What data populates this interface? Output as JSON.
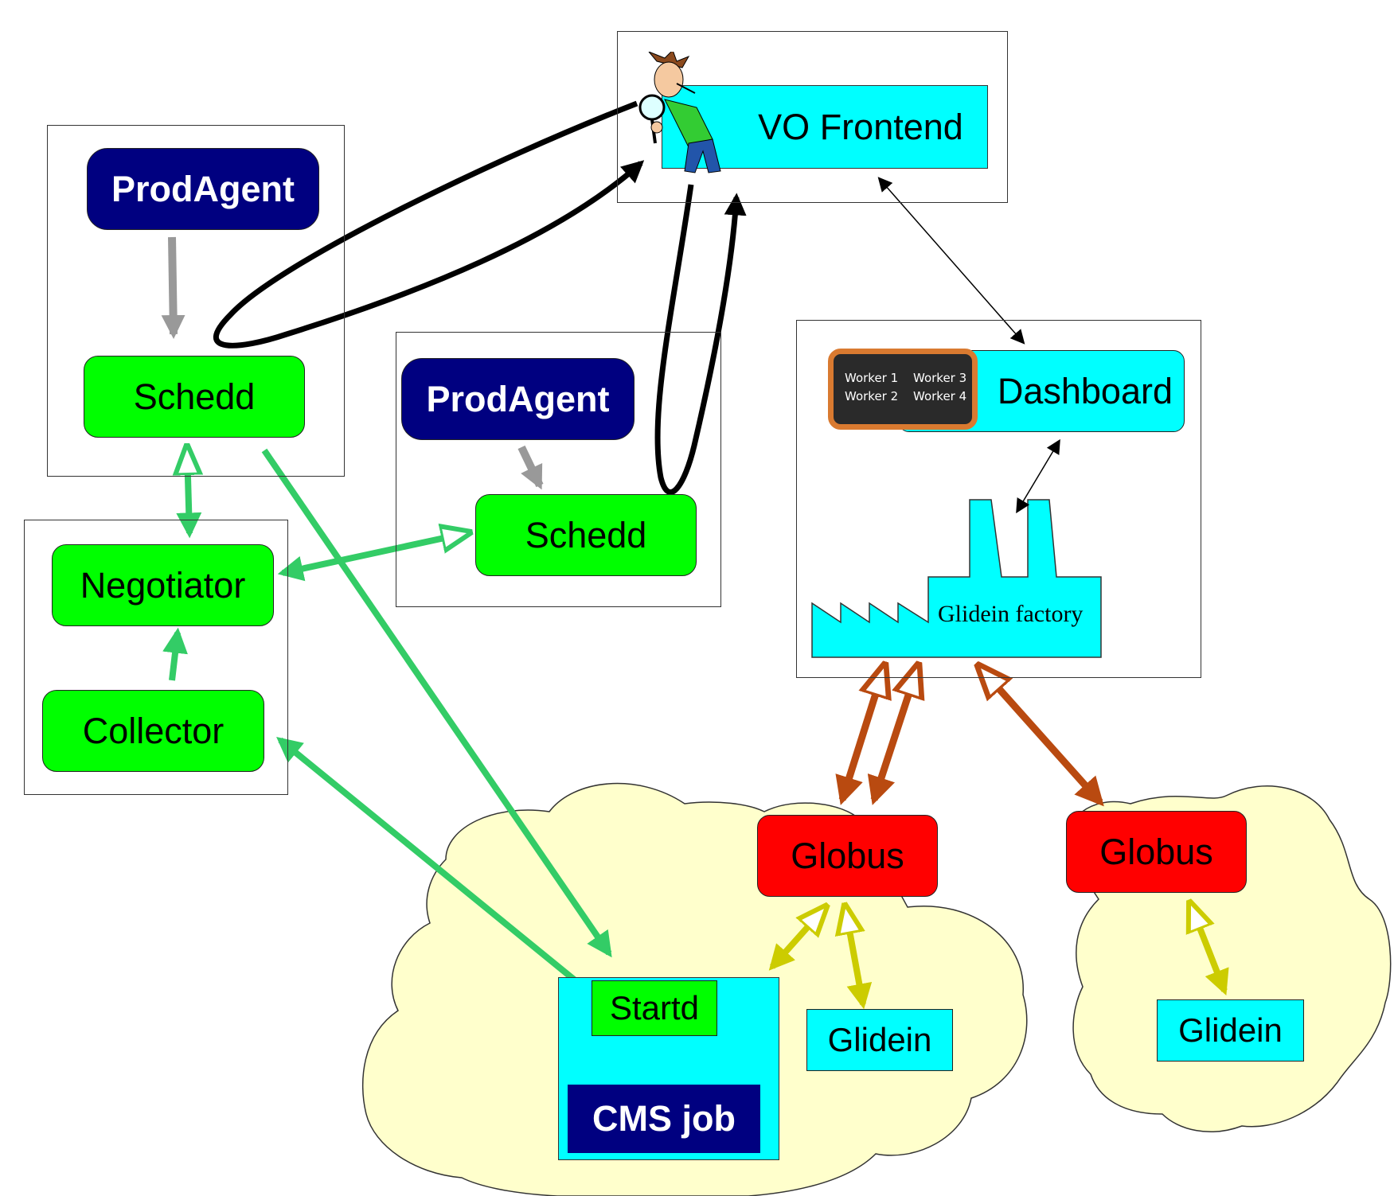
{
  "nodes": {
    "prodagent_1": "ProdAgent",
    "schedd_1": "Schedd",
    "prodagent_2": "ProdAgent",
    "schedd_2": "Schedd",
    "negotiator": "Negotiator",
    "collector": "Collector",
    "vo_frontend": "VO Frontend",
    "dashboard": "Dashboard",
    "glidein_factory": "Glidein factory",
    "globus_1": "Globus",
    "globus_2": "Globus",
    "startd": "Startd",
    "cms_job": "CMS job",
    "glidein_1": "Glidein",
    "glidein_2": "Glidein"
  },
  "monitor": {
    "worker_1": "Worker 1",
    "worker_2": "Worker 2",
    "worker_3": "Worker 3",
    "worker_4": "Worker 4"
  },
  "colors": {
    "navy": "#000080",
    "green": "#00ff00",
    "cyan": "#00ffff",
    "red": "#ff0000",
    "cloud": "#ffffcc",
    "arrow_green": "#33cc66",
    "arrow_brown": "#b94a10",
    "arrow_yellow": "#cccc00",
    "arrow_gray": "#999999",
    "arrow_black": "#000000"
  },
  "icons": [
    "man-with-magnifying-glass-icon",
    "factory-icon",
    "monitor-screen-icon"
  ]
}
